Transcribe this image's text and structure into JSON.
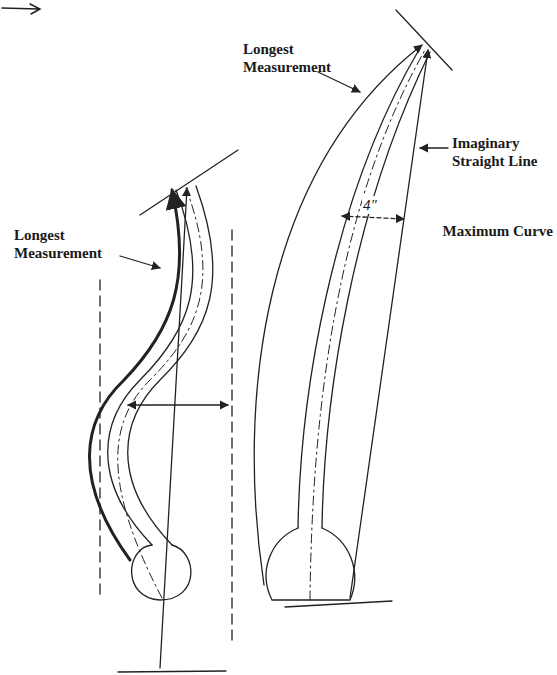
{
  "diagram": {
    "labels": [
      "Longest Measurement",
      "Imaginary Straight Line",
      "4\"",
      "Maximum Curve",
      "Longest Measurement"
    ]
  }
}
